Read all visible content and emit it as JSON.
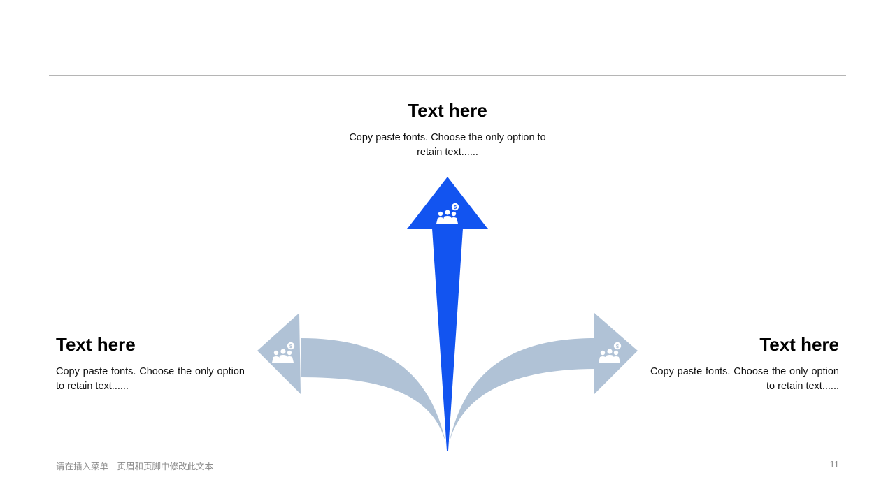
{
  "colors": {
    "accent": "#1254f0",
    "side_arrow": "#b0c2d6",
    "icon": "#ffffff",
    "rule": "#b5b5b5",
    "footer": "#8c8c8c"
  },
  "center": {
    "heading": "Text here",
    "description": "Copy paste fonts. Choose the only option to retain text......",
    "icon": "people-money-icon"
  },
  "left": {
    "heading": "Text here",
    "description": "Copy paste fonts. Choose the only option to retain text......",
    "icon": "people-money-icon"
  },
  "right": {
    "heading": "Text here",
    "description": "Copy paste fonts. Choose the only option to retain text......",
    "icon": "people-money-icon"
  },
  "footer": {
    "text": "请在插入菜单—页眉和页脚中修改此文本",
    "page_number": "11"
  }
}
